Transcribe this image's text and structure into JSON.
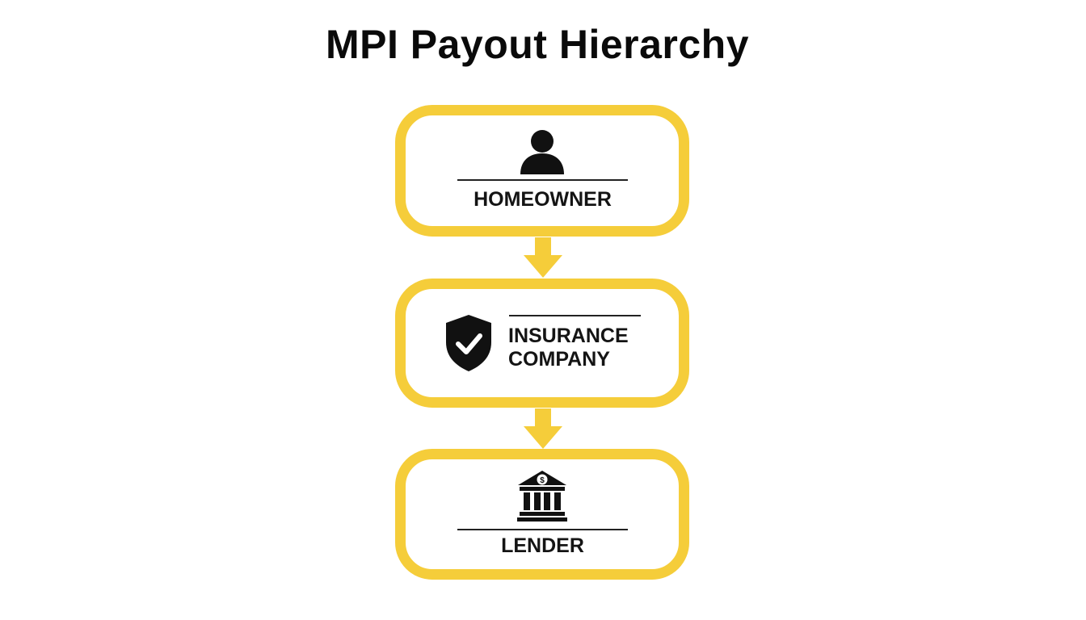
{
  "title": "MPI Payout Hierarchy",
  "colors": {
    "box_border": "#f5cd3a",
    "arrow": "#f5cd3a",
    "text": "#141414",
    "background": "#ffffff"
  },
  "nodes": [
    {
      "label": "HOMEOWNER",
      "icon": "person-icon"
    },
    {
      "label_line1": "INSURANCE",
      "label_line2": "COMPANY",
      "icon": "shield-check-icon"
    },
    {
      "label": "LENDER",
      "icon": "bank-icon"
    }
  ],
  "connectors": [
    {
      "from": "HOMEOWNER",
      "to": "INSURANCE COMPANY"
    },
    {
      "from": "INSURANCE COMPANY",
      "to": "LENDER"
    }
  ]
}
